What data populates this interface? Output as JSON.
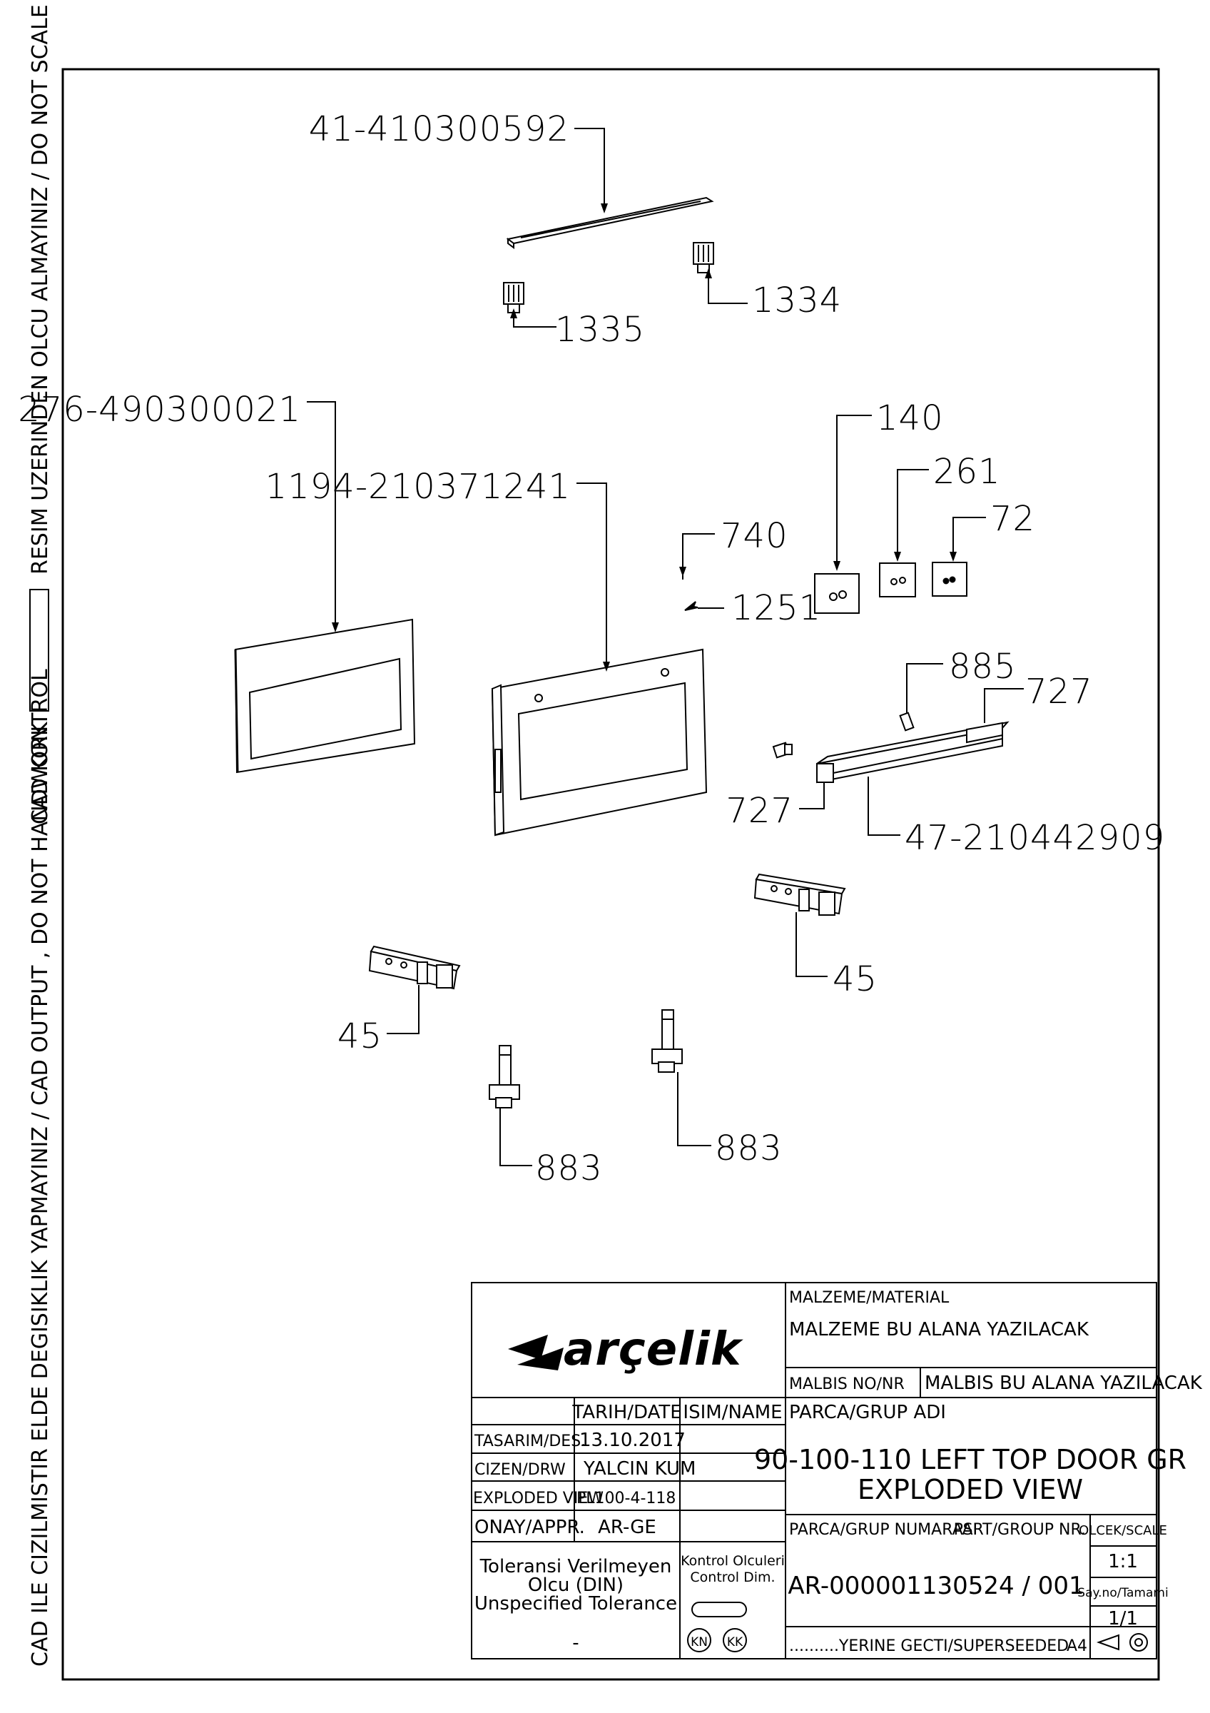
{
  "side_notes": {
    "top": "CAD KONTROL",
    "top_right": "RESIM UZERINDEN OLCU ALMAYINIZ / DO NOT SCALE",
    "bottom": "CAD ILE CIZILMISTIR ELDE DEGISIKLIK YAPMAYINIZ / CAD OUTPUT , DO NOT HANDWORK"
  },
  "callouts": {
    "top_rail": "41-410300592",
    "knob_right": "1334",
    "knob_left": "1335",
    "outer_glass": "276-490300021",
    "door_panel": "1194-210371241",
    "screw_740": "740",
    "screw_1251": "1251",
    "plate_140": "140",
    "plate_261": "261",
    "plate_72": "72",
    "handle_pin": "885",
    "handle_cap_right": "727",
    "handle_cap_left": "727",
    "handle": "47-210442909",
    "hinge_right": "45",
    "hinge_left": "45",
    "hinge_pin_left": "883",
    "hinge_pin_right": "883"
  },
  "title_block": {
    "logo": "arçelik",
    "material_label": "MALZEME/MATERIAL",
    "material_value": "MALZEME BU ALANA YAZILACAK",
    "malbis_label": "MALBIS NO/NR",
    "malbis_value": "MALBIS BU ALANA YAZILACAK",
    "col_date": "TARIH/DATE",
    "col_name": "ISIM/NAME",
    "group_name_label": "PARCA/GRUP ADI",
    "group_name_line1": "90-100-110 LEFT TOP DOOR GR",
    "group_name_line2": "EXPLODED VIEW",
    "rows": [
      {
        "label": "TASARIM/DES.",
        "value": "13.10.2017",
        "name": ""
      },
      {
        "label": "CIZEN/DRW",
        "value": "YALCIN KUM",
        "name": ""
      },
      {
        "label": "EXPLODED VIEW",
        "value": "PL100-4-118",
        "name": ""
      },
      {
        "label": "ONAY/APPR.",
        "value": "AR-GE",
        "name": ""
      }
    ],
    "group_number_label": "PARCA/GRUP NUMARASI",
    "part_group_label": "PART/GROUP NR.",
    "scale_label": "OLCEK/SCALE",
    "scale_value": "1:1",
    "sheet_label": "Say.no/Tamami",
    "sheet_value": "1/1",
    "tolerance_line1": "Toleransi Verilmeyen",
    "tolerance_line2": "Olcu (DIN)",
    "tolerance_line3": "Unspecified Tolerance",
    "tolerance_value": "-",
    "control_line1": "Kontrol Olculeri",
    "control_line2": "Control Dim.",
    "kn": "KN",
    "kk": "KK",
    "number_value": "AR-000001130524 / 001",
    "superseded": "..........YERINE GECTI/SUPERSEEDED",
    "paper": "A4"
  },
  "colors": {
    "line": "#000000",
    "background": "#ffffff"
  }
}
